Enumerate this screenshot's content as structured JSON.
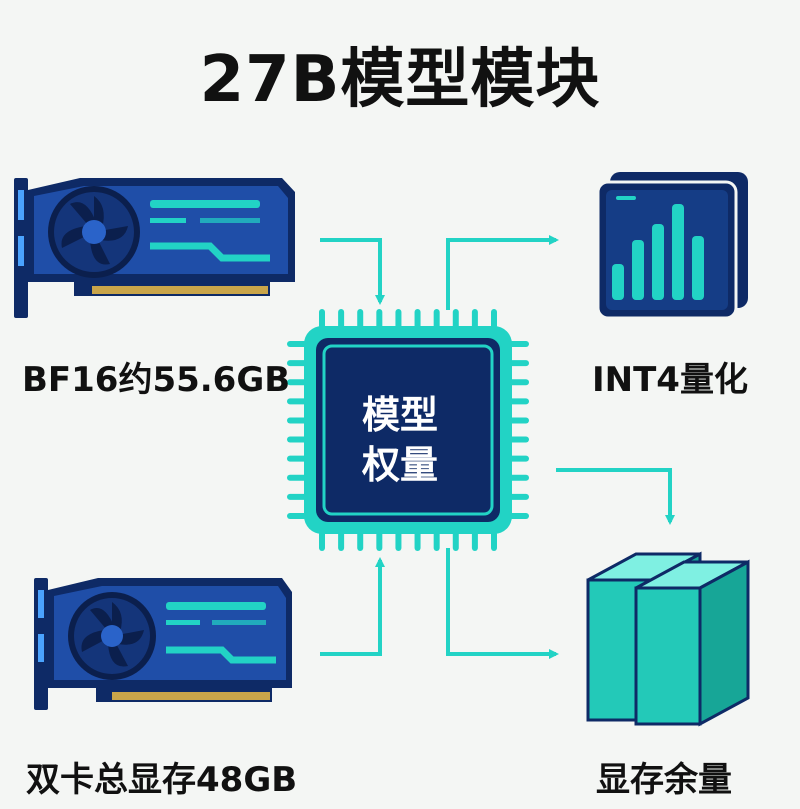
{
  "title": "27B模型模块",
  "chip": {
    "line1": "模型",
    "line2": "权量"
  },
  "labels": {
    "gpu_top": "BF16约55.6GB",
    "gpu_bottom": "双卡总显存48GB",
    "quantization": "INT4量化",
    "remaining_memory": "显存余量"
  },
  "colors": {
    "accent": "#22d3c5",
    "navy": "#0e2a66",
    "card_blue": "#1f4ea8",
    "teal_block": "#23c9b8"
  },
  "icons": [
    "gpu-card-icon",
    "chip-icon",
    "bar-chart-icon",
    "memory-block-icon",
    "arrow-icon"
  ]
}
